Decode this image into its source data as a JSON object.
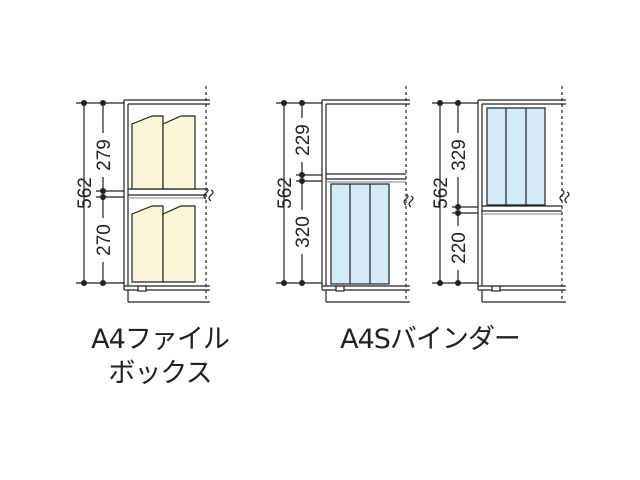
{
  "diagram_1": {
    "total_height": "562",
    "upper_height": "279",
    "lower_height": "270",
    "caption_line1": "A4ファイル",
    "caption_line2": "ボックス"
  },
  "diagram_2": {
    "total_height": "562",
    "upper_height": "229",
    "lower_height": "320"
  },
  "diagram_3": {
    "total_height": "562",
    "upper_height": "329",
    "lower_height": "220"
  },
  "caption_binder": "A4Sバインダー",
  "colors": {
    "file_box_fill": "#fbf6d8",
    "binder_fill": "#d2ebf7",
    "line": "#222222",
    "shelf_shadow": "#9a9a9a"
  }
}
